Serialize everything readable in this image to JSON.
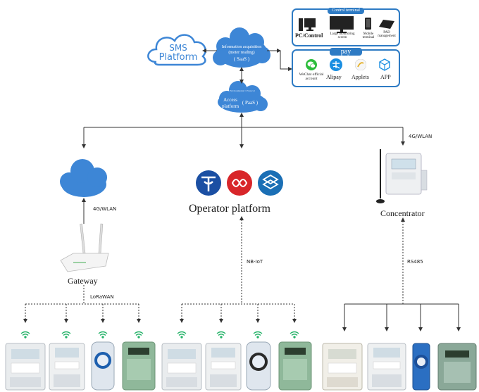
{
  "sms_cloud": {
    "line1": "SMS",
    "line2": "Platform"
  },
  "saas_cloud": {
    "line1": "Information acquisition",
    "line2": "(meter reading)",
    "line3": "( SaaS )"
  },
  "paas_cloud": {
    "line1": "Access",
    "line2": "platform",
    "tag": "( PaaS )",
    "small_note": "Environmental / Protocol"
  },
  "control_panel": {
    "title": "Control terminal",
    "items": [
      {
        "label": "PC/Control"
      },
      {
        "label": "Large monitoring screen"
      },
      {
        "label": "Mobile terminal"
      },
      {
        "label": "PAD management"
      }
    ]
  },
  "pay_panel": {
    "title": "pay",
    "items": [
      {
        "label": "WeChat official account"
      },
      {
        "label": "Alipay"
      },
      {
        "label": "Applets"
      },
      {
        "label": "APP"
      }
    ]
  },
  "left_branch": {
    "link_label": "4G/WLAN",
    "device_label": "Gateway",
    "bus_label": "LoRaWAN"
  },
  "middle_branch": {
    "title": "Operator platform",
    "link_label": "NB-IoT"
  },
  "right_branch": {
    "link_label": "4G/WLAN",
    "device_label": "Concentrator",
    "bus_label": "RS485"
  },
  "colors": {
    "accent": "#2e7bc4",
    "cloud": "#3d86d6",
    "line": "#333333",
    "wifi": "#27b36a"
  }
}
